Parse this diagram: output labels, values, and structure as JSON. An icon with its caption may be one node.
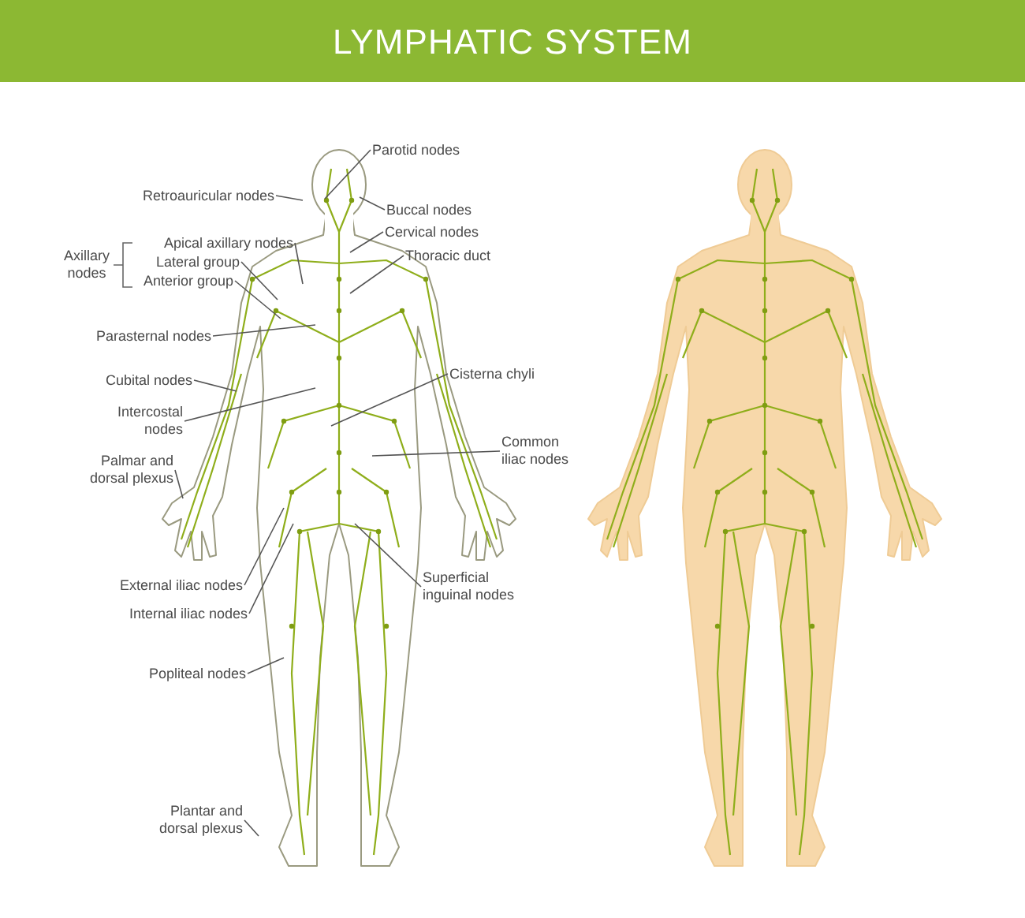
{
  "diagram": {
    "title": "LYMPHATIC SYSTEM",
    "nodes": [
      {
        "text": [
          "Parotid nodes"
        ]
      },
      {
        "text": [
          "Retroauricular nodes"
        ]
      },
      {
        "text": [
          "Buccal nodes"
        ]
      },
      {
        "text": [
          "Cervical nodes"
        ]
      },
      {
        "text": [
          "Thoracic duct"
        ]
      },
      {
        "text": [
          "Apical axillary nodes"
        ]
      },
      {
        "text": [
          "Lateral group"
        ]
      },
      {
        "text": [
          "Anterior group"
        ]
      },
      {
        "text": [
          "Parasternal nodes"
        ]
      },
      {
        "text": [
          "Cubital nodes"
        ]
      },
      {
        "text": [
          "Intercostal nodes"
        ]
      },
      {
        "text": [
          "Cisterna chyli"
        ]
      },
      {
        "text": [
          "Common iliac nodes"
        ]
      },
      {
        "text": [
          "Palmar and dorsal plexus"
        ]
      },
      {
        "text": [
          "External iliac nodes"
        ]
      },
      {
        "text": [
          "Internal iliac nodes"
        ]
      },
      {
        "text": [
          "Superficial inguinal nodes"
        ]
      },
      {
        "text": [
          "Popliteal nodes"
        ]
      },
      {
        "text": [
          "Plantar and dorsal plexus"
        ]
      }
    ],
    "edges": [
      {
        "from": 0,
        "to": null,
        "arrow": "none"
      },
      {
        "from": 1,
        "to": null,
        "arrow": "none"
      },
      {
        "from": 2,
        "to": null,
        "arrow": "none"
      },
      {
        "from": 3,
        "to": null,
        "arrow": "none"
      },
      {
        "from": 4,
        "to": null,
        "arrow": "none"
      },
      {
        "from": 5,
        "to": null,
        "arrow": "none"
      },
      {
        "from": 6,
        "to": null,
        "arrow": "none"
      },
      {
        "from": 7,
        "to": null,
        "arrow": "none"
      },
      {
        "from": 8,
        "to": null,
        "arrow": "none"
      },
      {
        "from": 9,
        "to": null,
        "arrow": "none"
      },
      {
        "from": 10,
        "to": null,
        "arrow": "none"
      },
      {
        "from": 11,
        "to": null,
        "arrow": "none"
      },
      {
        "from": 12,
        "to": null,
        "arrow": "none"
      },
      {
        "from": 13,
        "to": null,
        "arrow": "none"
      },
      {
        "from": 14,
        "to": null,
        "arrow": "none"
      },
      {
        "from": 15,
        "to": null,
        "arrow": "none"
      },
      {
        "from": 16,
        "to": null,
        "arrow": "none"
      },
      {
        "from": 17,
        "to": null,
        "arrow": "none"
      },
      {
        "from": 18,
        "to": null,
        "arrow": "none"
      }
    ],
    "labels": [
      "Axillary nodes"
    ]
  }
}
